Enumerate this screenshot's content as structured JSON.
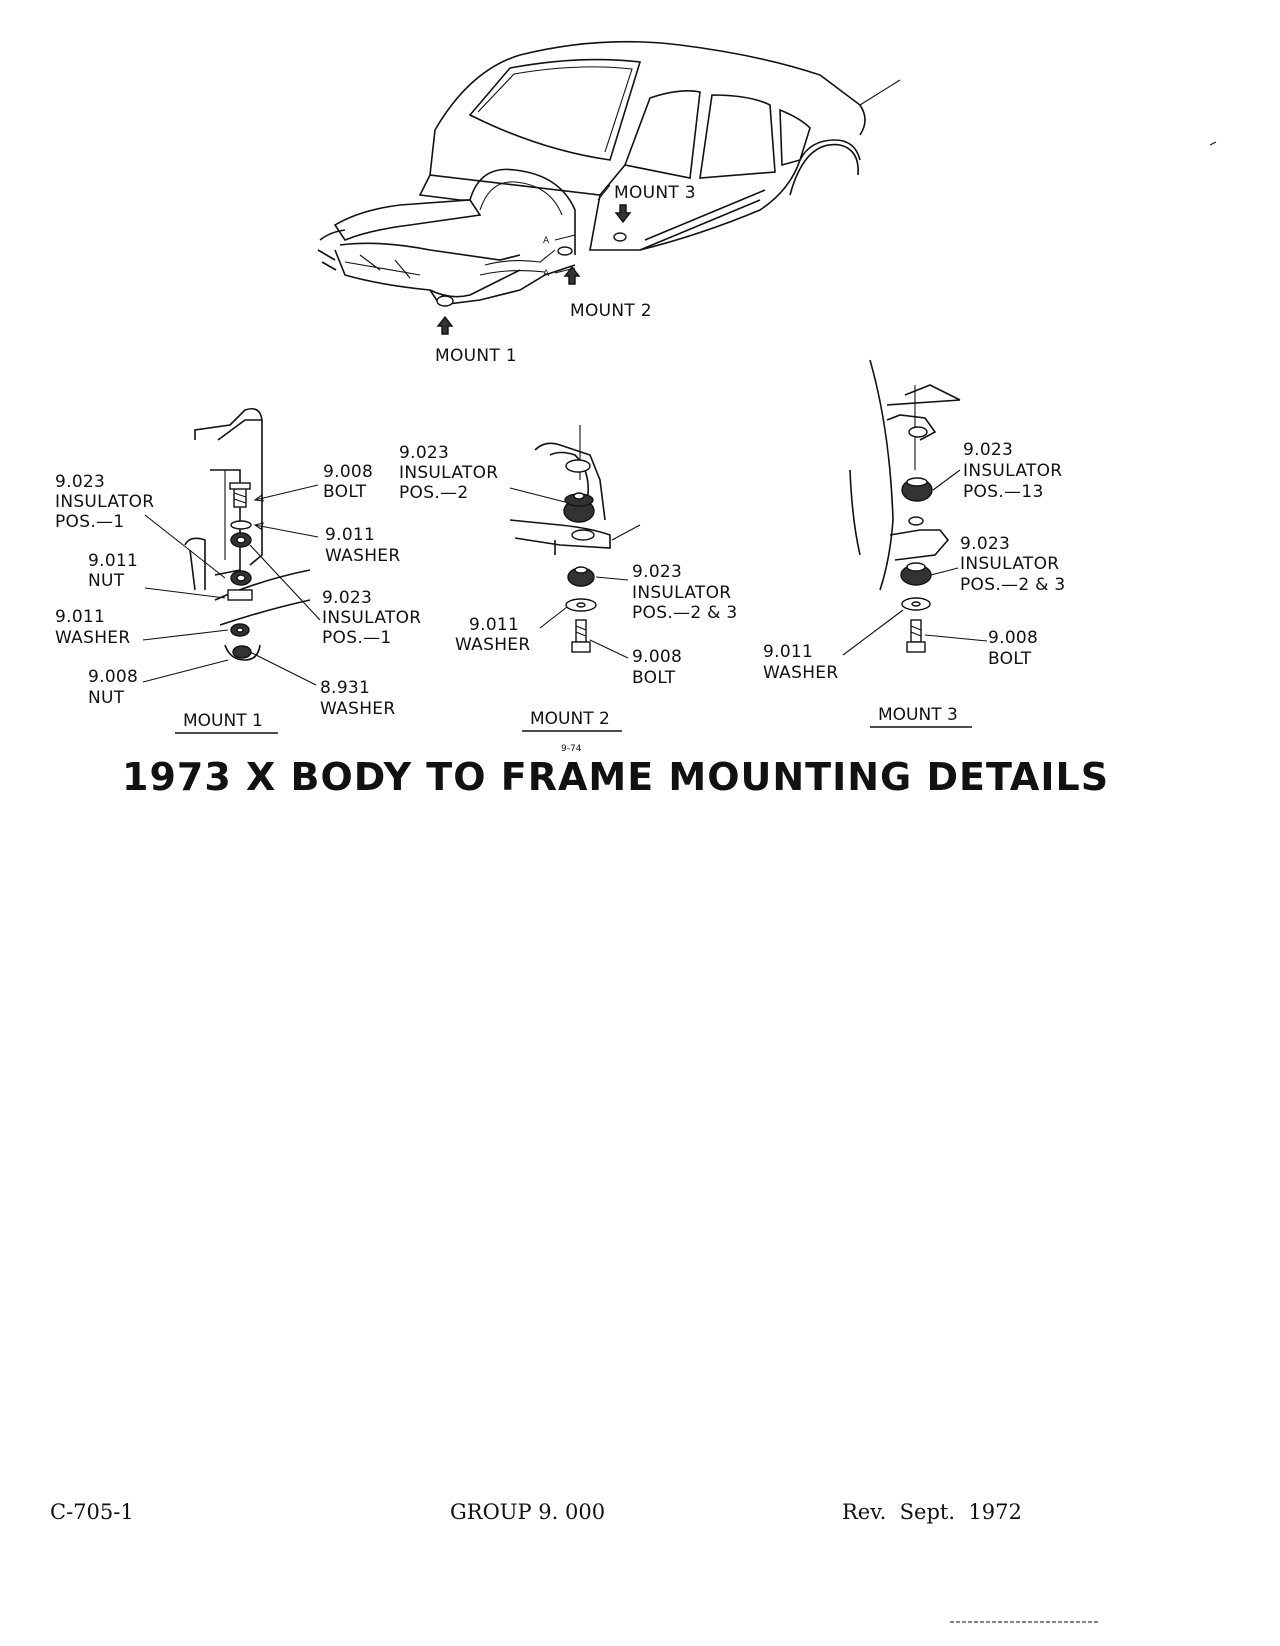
{
  "car_labels": {
    "mount1": "MOUNT 1",
    "mount2": "MOUNT 2",
    "mount3": "MOUNT 3",
    "section_a": "A"
  },
  "mount1": {
    "insulator_top": [
      "9.023",
      "INSULATOR",
      "POS.—1"
    ],
    "bolt": [
      "9.008",
      "BOLT"
    ],
    "washer_top": [
      "9.011",
      "WASHER"
    ],
    "nut": [
      "9.011",
      "NUT"
    ],
    "insulator_lower": [
      "9.023",
      "INSULATOR",
      "POS.—1"
    ],
    "washer_lower": [
      "9.011",
      "WASHER"
    ],
    "nut_bottom": [
      "9.008",
      "NUT"
    ],
    "washer_bottom": [
      "8.931",
      "WASHER"
    ],
    "caption": "MOUNT 1"
  },
  "mount2": {
    "insulator_top": [
      "9.023",
      "INSULATOR",
      "POS.—2"
    ],
    "insulator_lower": [
      "9.023",
      "INSULATOR",
      "POS.—2 & 3"
    ],
    "washer": [
      "9.011",
      "WASHER"
    ],
    "bolt": [
      "9.008",
      "BOLT"
    ],
    "caption": "MOUNT 2",
    "figure_number": "9-74"
  },
  "mount3": {
    "insulator_top": [
      "9.023",
      "INSULATOR",
      "POS.—13"
    ],
    "insulator_lower": [
      "9.023",
      "INSULATOR",
      "POS.—2 & 3"
    ],
    "washer": [
      "9.011",
      "WASHER"
    ],
    "bolt": [
      "9.008",
      "BOLT"
    ],
    "caption": "MOUNT 3"
  },
  "title": "1973 X BODY TO FRAME MOUNTING DETAILS",
  "footer": {
    "left": "C-705-1",
    "center": "GROUP 9. 000",
    "right": "Rev.  Sept.  1972"
  }
}
